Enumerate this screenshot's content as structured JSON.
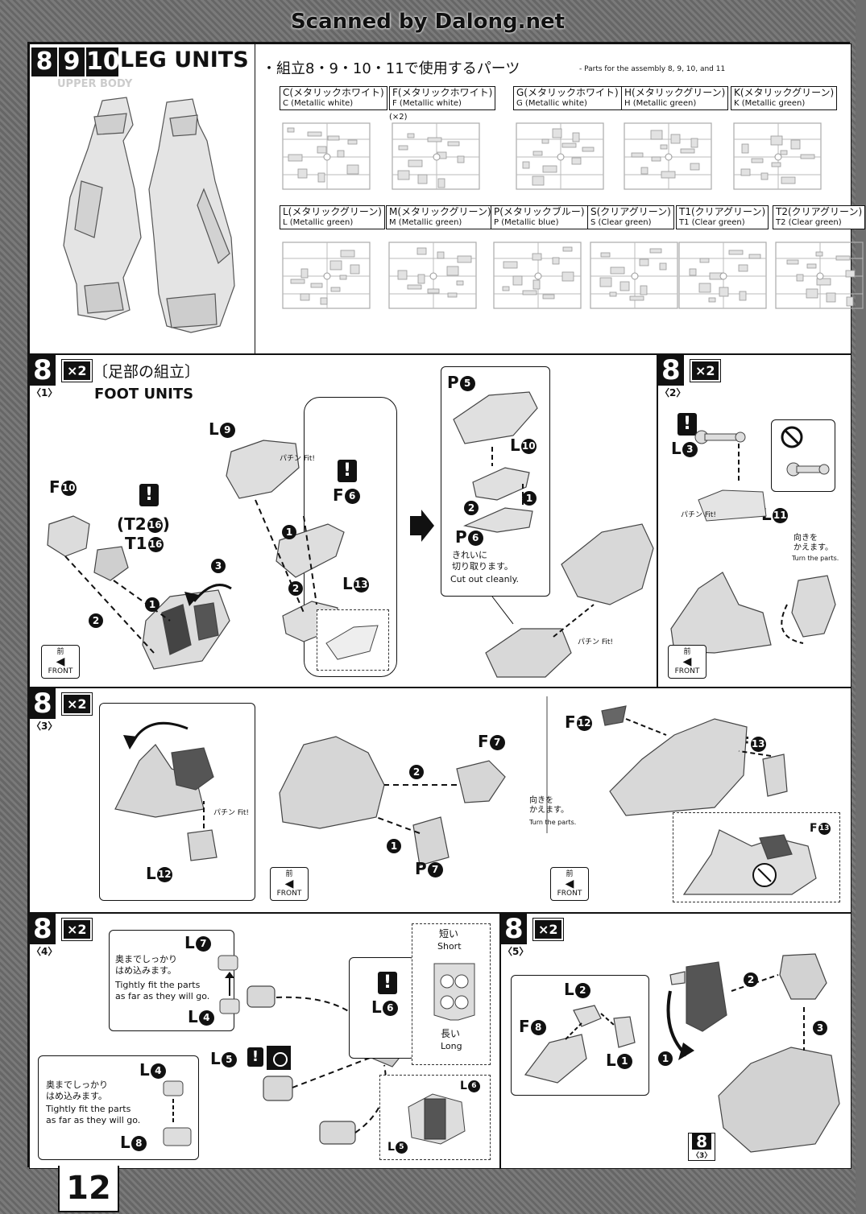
{
  "watermark": "Scanned by Dalong.net",
  "header": {
    "steps": [
      "8",
      "9",
      "10"
    ],
    "title": "LEG UNITS",
    "ghost_text": "UPPER BODY",
    "parts_heading_jp": "・組立8・9・10・11で使用するパーツ",
    "parts_heading_en": "- Parts for the assembly 8, 9, 10, and 11"
  },
  "runners": [
    {
      "jp": "C(メタリックホワイト)",
      "en": "C (Metallic white)",
      "qty": ""
    },
    {
      "jp": "F(メタリックホワイト)",
      "en": "F (Metallic white)",
      "qty": "(×2)"
    },
    {
      "jp": "G(メタリックホワイト)",
      "en": "G (Metallic white)",
      "qty": ""
    },
    {
      "jp": "H(メタリックグリーン)",
      "en": "H (Metallic green)",
      "qty": ""
    },
    {
      "jp": "K(メタリックグリーン)",
      "en": "K (Metallic green)",
      "qty": ""
    },
    {
      "jp": "L(メタリックグリーン)",
      "en": "L (Metallic green)",
      "qty": ""
    },
    {
      "jp": "M(メタリックグリーン)",
      "en": "M (Metallic green)",
      "qty": ""
    },
    {
      "jp": "P(メタリックブルー)",
      "en": "P (Metallic blue)",
      "qty": ""
    },
    {
      "jp": "S(クリアグリーン)",
      "en": "S (Clear green)",
      "qty": ""
    },
    {
      "jp": "T1(クリアグリーン)",
      "en": "T1 (Clear green)",
      "qty": ""
    },
    {
      "jp": "T2(クリアグリーン)",
      "en": "T2 (Clear green)",
      "qty": ""
    }
  ],
  "step8_1": {
    "num": "8",
    "sub": "〈1〉",
    "mult": "×2",
    "title_jp": "〔足部の組立〕",
    "title_en": "FOOT UNITS",
    "labels": {
      "l9": "L",
      "l9n": "9",
      "f10": "F",
      "f10n": "10",
      "t2": "(T2",
      "t2n": "16",
      "t1": "T1",
      "t1n": "16",
      "f6": "F",
      "f6n": "6",
      "l13": "L",
      "l13n": "13",
      "p5": "P",
      "p5n": "5",
      "l10": "L",
      "l10n": "10",
      "p6": "P",
      "p6n": "6"
    },
    "fit": "パチン Fit!",
    "cut_jp": "きれいに\n切り取ります。",
    "cut_en": "Cut out cleanly.",
    "front_jp": "前",
    "front_en": "FRONT"
  },
  "step8_2": {
    "num": "8",
    "sub": "〈2〉",
    "mult": "×2",
    "l3": "L",
    "l3n": "3",
    "l11": "L",
    "l11n": "11",
    "turn_jp": "向きを\nかえます。",
    "turn_en": "Turn the parts.",
    "fit": "パチン Fit!",
    "front_jp": "前",
    "front_en": "FRONT"
  },
  "step8_3": {
    "num": "8",
    "sub": "〈3〉",
    "mult": "×2",
    "l12": "L",
    "l12n": "12",
    "f7": "F",
    "f7n": "7",
    "p7": "P",
    "p7n": "7",
    "f12": "F",
    "f12n": "12",
    "f13": "F",
    "f13n": "13",
    "f13b": "F",
    "f13bn": "13",
    "turn_jp": "向きを\nかえます。",
    "turn_en": "Turn the parts.",
    "fit": "パチン Fit!",
    "front_jp": "前",
    "front_en": "FRONT"
  },
  "step8_4": {
    "num": "8",
    "sub": "〈4〉",
    "mult": "×2",
    "l7": "L",
    "l7n": "7",
    "l4": "L",
    "l4n": "4",
    "l4b": "L",
    "l4bn": "4",
    "l8": "L",
    "l8n": "8",
    "l5": "L",
    "l5n": "5",
    "l6": "L",
    "l6n": "6",
    "l6b": "L",
    "l6bn": "6",
    "l5b": "L",
    "l5bn": "5",
    "fit_jp": "奥までしっかり\nはめ込みます。",
    "fit_en": "Tightly fit the parts\nas far as they will go.",
    "short_jp": "短い",
    "short_en": "Short",
    "long_jp": "長い",
    "long_en": "Long"
  },
  "step8_5": {
    "num": "8",
    "sub": "〈5〉",
    "mult": "×2",
    "l2": "L",
    "l2n": "2",
    "f8": "F",
    "f8n": "8",
    "l1": "L",
    "l1n": "1",
    "ref_num": "8",
    "ref_sub": "〈3〉"
  },
  "page_number": "12"
}
